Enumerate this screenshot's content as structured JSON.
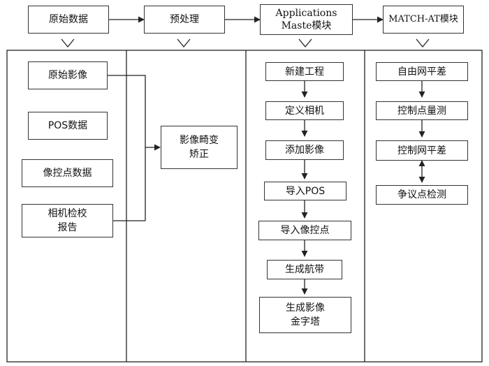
{
  "headers": {
    "raw_data": "原始数据",
    "preprocess": "预处理",
    "applications_master": "Applications\nMaste模块",
    "match_at": "MATCH-AT模块"
  },
  "raw_data_items": {
    "raw_image": "原始影像",
    "pos_data": "POS数据",
    "control_points": "像控点数据",
    "camera_report": "相机检校\n报告"
  },
  "preprocess_items": {
    "distortion_correction": "影像畸变\n矫正"
  },
  "applications_master_steps": [
    "新建工程",
    "定义相机",
    "添加影像",
    "导入POS",
    "导入像控点",
    "生成航带",
    "生成影像\n金字塔"
  ],
  "match_at_steps": [
    "自由网平差",
    "控制点量测",
    "控制网平差",
    "争议点检测"
  ]
}
